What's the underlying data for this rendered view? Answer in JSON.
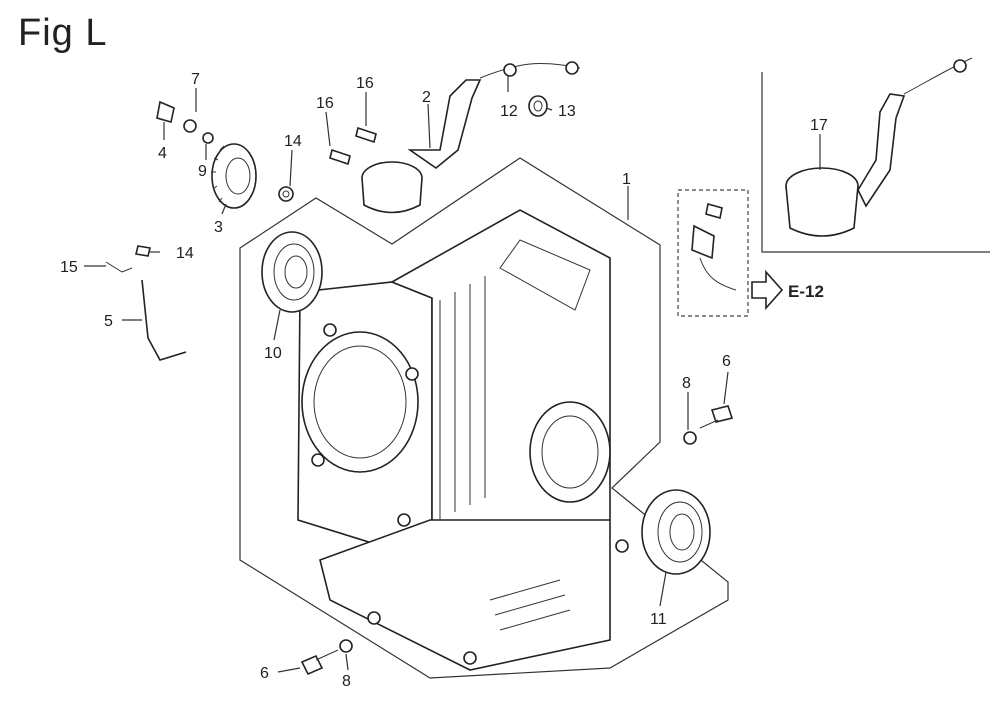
{
  "figure": {
    "title": "Fig L"
  },
  "callouts": {
    "c1": "1",
    "c2": "2",
    "c3": "3",
    "c4": "4",
    "c5": "5",
    "c6a": "6",
    "c6b": "6",
    "c7": "7",
    "c8a": "8",
    "c8b": "8",
    "c9": "9",
    "c10": "10",
    "c11": "11",
    "c12": "12",
    "c13": "13",
    "c14a": "14",
    "c14b": "14",
    "c15": "15",
    "c16a": "16",
    "c16b": "16",
    "c17": "17"
  },
  "reference": {
    "label": "E-12"
  }
}
